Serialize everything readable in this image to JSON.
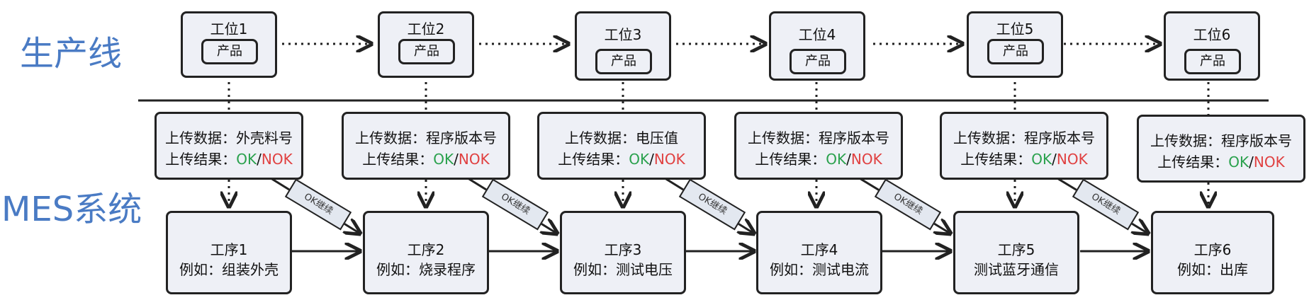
{
  "lanes": {
    "production": "生产线",
    "mes": "MES系统"
  },
  "stations": [
    {
      "title": "工位1",
      "product": "产品"
    },
    {
      "title": "工位2",
      "product": "产品"
    },
    {
      "title": "工位3",
      "product": "产品"
    },
    {
      "title": "工位4",
      "product": "产品"
    },
    {
      "title": "工位5",
      "product": "产品"
    },
    {
      "title": "工位6",
      "product": "产品"
    }
  ],
  "uploads": [
    {
      "data_label": "上传数据：外壳料号",
      "result_label": "上传结果：",
      "ok": "OK",
      "sep": "/",
      "nok": "NOK"
    },
    {
      "data_label": "上传数据：程序版本号",
      "result_label": "上传结果：",
      "ok": "OK",
      "sep": "/",
      "nok": "NOK"
    },
    {
      "data_label": "上传数据：电压值",
      "result_label": "上传结果：",
      "ok": "OK",
      "sep": "/",
      "nok": "NOK"
    },
    {
      "data_label": "上传数据：程序版本号",
      "result_label": "上传结果：",
      "ok": "OK",
      "sep": "/",
      "nok": "NOK"
    },
    {
      "data_label": "上传数据：程序版本号",
      "result_label": "上传结果：",
      "ok": "OK",
      "sep": "/",
      "nok": "NOK"
    },
    {
      "data_label": "上传数据：程序版本号",
      "result_label": "上传结果：",
      "ok": "OK",
      "sep": "/",
      "nok": "NOK"
    }
  ],
  "processes": [
    {
      "title": "工序1",
      "example": "例如：组装外壳"
    },
    {
      "title": "工序2",
      "example": "例如：烧录程序"
    },
    {
      "title": "工序3",
      "example": "例如：测试电压"
    },
    {
      "title": "工序4",
      "example": "例如：测试电流"
    },
    {
      "title": "工序5",
      "example": "测试蓝牙通信"
    },
    {
      "title": "工序6",
      "example": "例如：出库"
    }
  ],
  "continue_labels": [
    "OK继续",
    "OK继续",
    "OK继续",
    "OK继续",
    "OK继续"
  ],
  "colors": {
    "lane_text": "#4a7bc4",
    "ok": "#2aa14d",
    "nok": "#e04040",
    "box_fill": "#eef0f6",
    "stroke": "#222222"
  }
}
